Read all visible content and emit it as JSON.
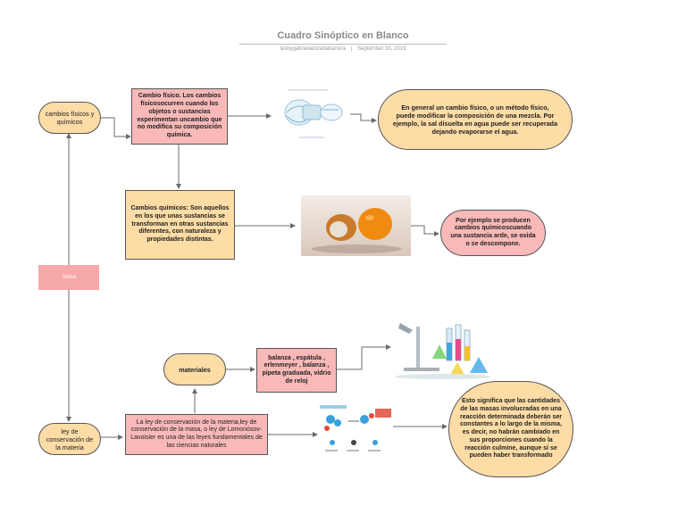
{
  "header": {
    "title": "Cuadro Sinóptico en Blanco",
    "author": "lesbygabrielaloizadabarrera",
    "separator": "|",
    "date": "September 30, 2019"
  },
  "nodes": {
    "cambios_fisicos": "cambios físicos y químicos",
    "cambio_fisico": "Cambio físico. Los cambios físicosocurren cuando los objetos o sustancias experimentan uncambio que no modifica su composición química.",
    "metodo_fisico": "En general un cambio físico, o un método físico, puede modificar la composición de una mezcla. Por ejemplo, la sal disuelta en agua puede ser recuperada dejando evaporarse el agua.",
    "cambios_quimicos": "Cambios químicos: Son aquellos en los que unas sustancias se transforman en otras sustancias diferentes, con naturaleza y propiedades distintas.",
    "ejemplo": "Por ejemplo se producen cambios químicoscuando una sustancia arde, se oxida o se descompone.",
    "tema": "Tema",
    "materiales": "materiales",
    "lista_materiales": "balanza , espátula , erlenmeyer , balanza , pipeta graduada, vidrio de reloj",
    "ley": "ley de conservación de la materia",
    "ley_desc": "La ley de conservación de la materia,ley de conservación de la masa, o ley de Lomonósov-Lavoisier es una de las leyes fundamentales de las ciencias naturales",
    "significa": "Esto significa que las cantidades de las masas involucradas en una reacción determinada deberán ser constantes a lo largo de la misma, es decir, no habrán cambiado en sus proporciones cuando la reacción culmine, aunque sí se pueden haber transformado"
  },
  "colors": {
    "orange": "#fddca6",
    "pink": "#f9b9b9",
    "tema": "#f7a8a8",
    "line": "#6b6b6b"
  }
}
